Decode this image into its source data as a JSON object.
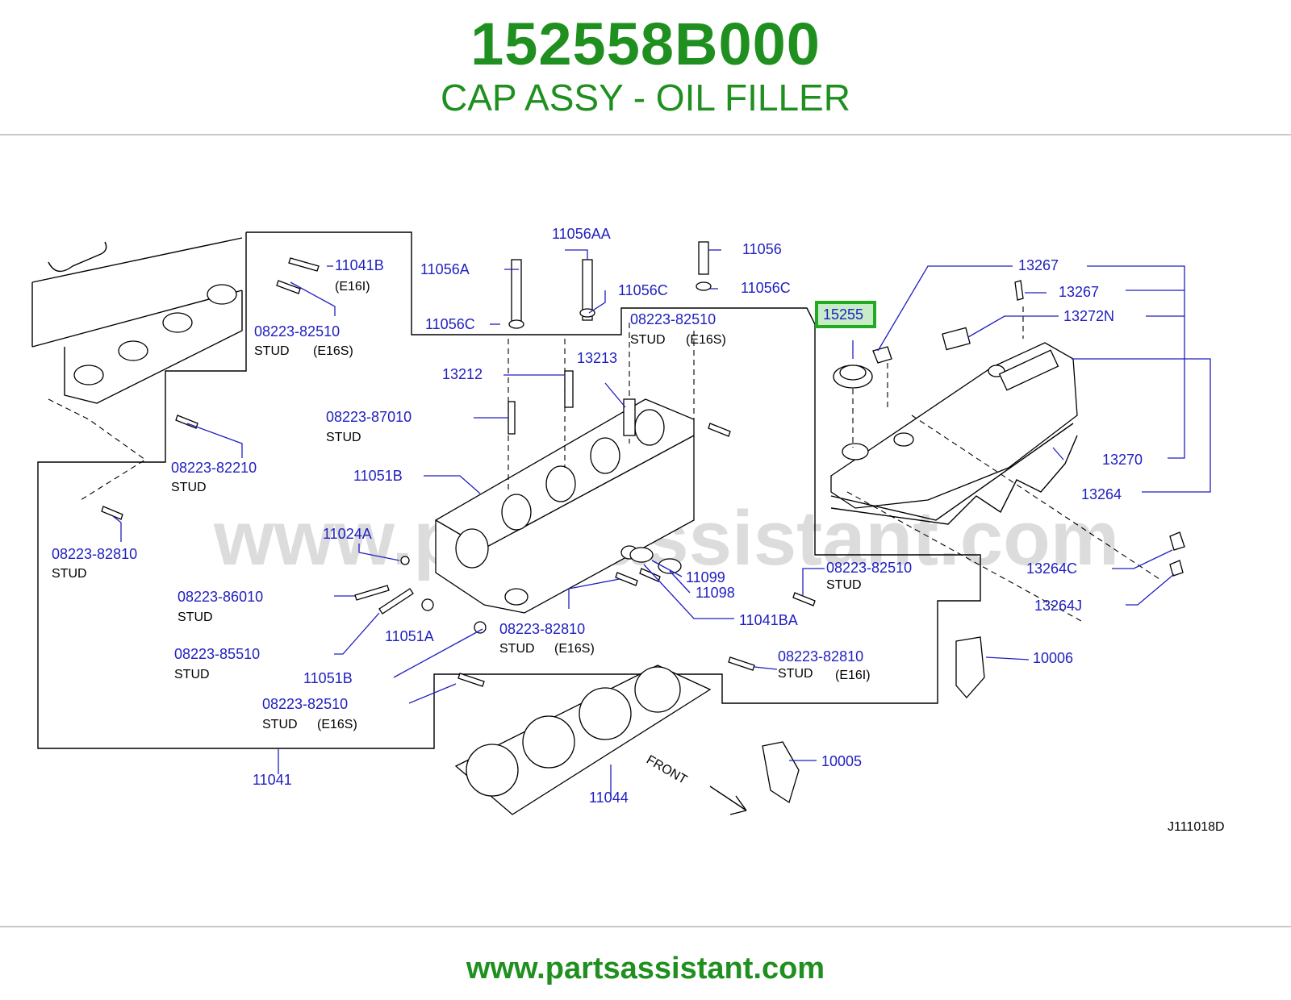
{
  "header": {
    "part_number": "152558B000",
    "part_name": "CAP ASSY - OIL FILLER"
  },
  "diagram": {
    "watermark": "www.partsassistant.com",
    "highlighted_callout": "15255",
    "highlight_color": "#22aa22",
    "callout_color": "#1f1fbf",
    "reference_code": "J111018D",
    "front_label": "FRONT",
    "callouts": [
      {
        "id": "c0",
        "text": "11041B"
      },
      {
        "id": "c1",
        "text": "(E16I)"
      },
      {
        "id": "c2",
        "text": "08223-82510"
      },
      {
        "id": "c3",
        "text": "STUD"
      },
      {
        "id": "c4",
        "text": "(E16S)"
      },
      {
        "id": "c5",
        "text": "08223-82210"
      },
      {
        "id": "c6",
        "text": "STUD"
      },
      {
        "id": "c7",
        "text": "08223-82810"
      },
      {
        "id": "c8",
        "text": "STUD"
      },
      {
        "id": "c9",
        "text": "11056AA"
      },
      {
        "id": "c10",
        "text": "11056A"
      },
      {
        "id": "c11",
        "text": "11056C"
      },
      {
        "id": "c12",
        "text": "11056C"
      },
      {
        "id": "c13",
        "text": "11056"
      },
      {
        "id": "c14",
        "text": "11056C"
      },
      {
        "id": "c15",
        "text": "08223-82510"
      },
      {
        "id": "c16",
        "text": "STUD"
      },
      {
        "id": "c17",
        "text": "(E16S)"
      },
      {
        "id": "c18",
        "text": "13213"
      },
      {
        "id": "c19",
        "text": "13212"
      },
      {
        "id": "c20",
        "text": "08223-87010"
      },
      {
        "id": "c21",
        "text": "STUD"
      },
      {
        "id": "c22",
        "text": "11051B"
      },
      {
        "id": "c23",
        "text": "11024A"
      },
      {
        "id": "c24",
        "text": "08223-86010"
      },
      {
        "id": "c25",
        "text": "STUD"
      },
      {
        "id": "c26",
        "text": "08223-85510"
      },
      {
        "id": "c27",
        "text": "STUD"
      },
      {
        "id": "c28",
        "text": "11051A"
      },
      {
        "id": "c29",
        "text": "11051B"
      },
      {
        "id": "c30",
        "text": "08223-82510"
      },
      {
        "id": "c31",
        "text": "STUD"
      },
      {
        "id": "c32",
        "text": "(E16S)"
      },
      {
        "id": "c33",
        "text": "11041"
      },
      {
        "id": "c34",
        "text": "11044"
      },
      {
        "id": "c35",
        "text": "08223-82810"
      },
      {
        "id": "c36",
        "text": "STUD"
      },
      {
        "id": "c37",
        "text": "(E16S)"
      },
      {
        "id": "c38",
        "text": "11099"
      },
      {
        "id": "c39",
        "text": "11098"
      },
      {
        "id": "c40",
        "text": "11041BA"
      },
      {
        "id": "c41",
        "text": "08223-82510"
      },
      {
        "id": "c42",
        "text": "STUD"
      },
      {
        "id": "c43",
        "text": "08223-82810"
      },
      {
        "id": "c44",
        "text": "STUD"
      },
      {
        "id": "c45",
        "text": "(E16I)"
      },
      {
        "id": "c46",
        "text": "13267"
      },
      {
        "id": "c47",
        "text": "13267"
      },
      {
        "id": "c48",
        "text": "13272N"
      },
      {
        "id": "c49",
        "text": "13270"
      },
      {
        "id": "c50",
        "text": "13264"
      },
      {
        "id": "c51",
        "text": "13264C"
      },
      {
        "id": "c52",
        "text": "13264J"
      },
      {
        "id": "c53",
        "text": "10006"
      },
      {
        "id": "c54",
        "text": "10005"
      }
    ]
  },
  "footer": {
    "url": "www.partsassistant.com"
  }
}
